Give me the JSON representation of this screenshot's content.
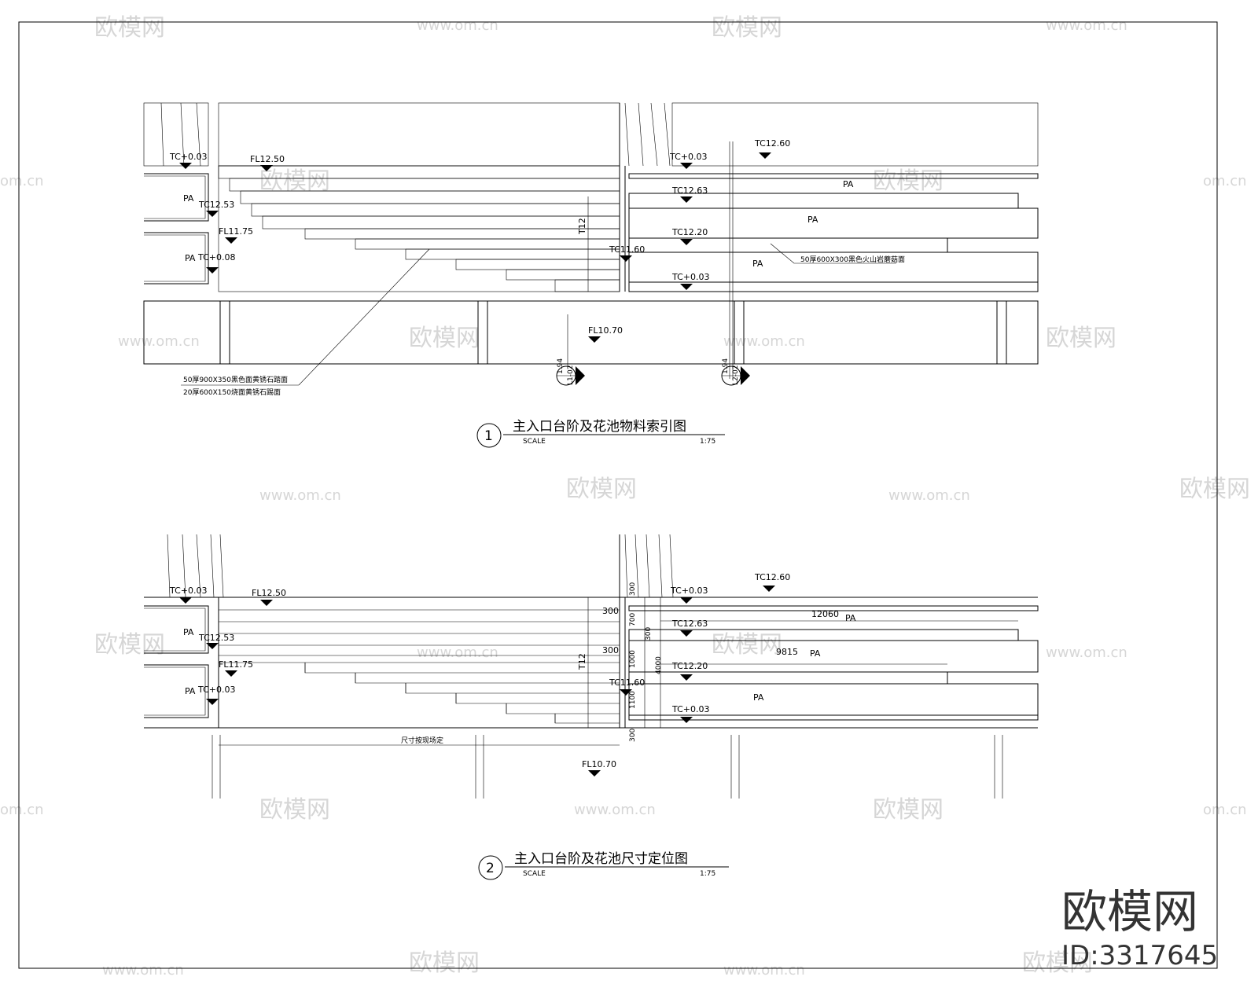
{
  "watermark": {
    "brand": "欧模网",
    "url": "www.om.cn",
    "url_short": "om.cn"
  },
  "id_badge": {
    "brand": "欧模网",
    "id": "ID:3317645"
  },
  "plan1": {
    "number": "1",
    "title": "主入口台阶及花池物料索引图",
    "scale_label": "SCALE",
    "scale_value": "1:75",
    "labels": {
      "tc003_left": "TC+0.03",
      "fl1250": "FL12.50",
      "tc1253": "TC12.53",
      "fl1175": "FL11.75",
      "tc008": "TC+0.08",
      "pa_left_1": "PA",
      "pa_left_2": "PA",
      "tc003_r1": "TC+0.03",
      "tc1260": "TC12.60",
      "tc1263": "TC12.63",
      "tc1220": "TC12.20",
      "tc1160": "TC11.60",
      "tc003_r2": "TC+0.03",
      "pa_r1": "PA",
      "pa_r2": "PA",
      "pa_r3": "PA",
      "t12": "T12",
      "fl1070": "FL10.70",
      "note_stone": "50厚600X300黑色火山岩蘑菇面",
      "note_step1": "50厚900X350黑色面黄锈石踏面",
      "note_step2": "20厚600X150烧面黄锈石踢面",
      "sec1_top": "1.94",
      "sec1_bot": "L1-02",
      "sec2_top": "1.94",
      "sec2_bot": "L2-02"
    }
  },
  "plan2": {
    "number": "2",
    "title": "主入口台阶及花池尺寸定位图",
    "scale_label": "SCALE",
    "scale_value": "1:75",
    "labels": {
      "tc003_left": "TC+0.03",
      "fl1250": "FL12.50",
      "tc1253": "TC12.53",
      "fl1175": "FL11.75",
      "tc003_left2": "TC+0.03",
      "pa_left_1": "PA",
      "pa_left_2": "PA",
      "tc003_r1": "TC+0.03",
      "tc1260": "TC12.60",
      "tc1263": "TC12.63",
      "tc1220": "TC12.20",
      "tc1160": "TC11.60",
      "tc003_r2": "TC+0.03",
      "pa_r1": "PA",
      "pa_r2": "PA",
      "pa_r3": "PA",
      "t12": "T12",
      "fl1070": "FL10.70",
      "dim_12060": "12060",
      "dim_9815": "9815",
      "dim_300a": "300",
      "dim_300b": "300",
      "dim_300c": "300",
      "dim_300d": "300",
      "dim_700": "700",
      "dim_1000": "1000",
      "dim_4000": "4000",
      "dim_1100": "1100",
      "dim_300e": "300",
      "note_dim": "尺寸按现场定"
    }
  }
}
